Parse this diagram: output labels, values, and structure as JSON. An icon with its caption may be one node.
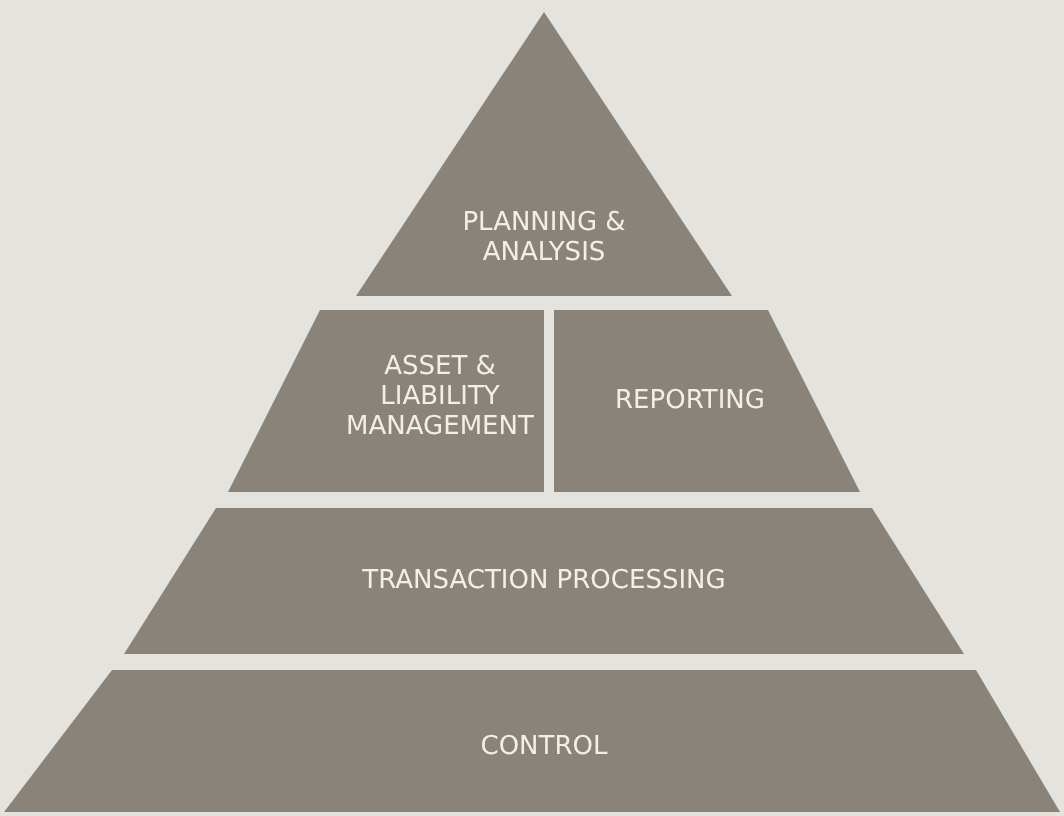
{
  "diagram": {
    "nodes": [
      {
        "text": [
          "PLANNING & ANALYSIS"
        ]
      },
      {
        "text": [
          "ASSET & LIABILITY MANAGEMENT"
        ]
      },
      {
        "text": [
          "REPORTING"
        ]
      },
      {
        "text": [
          "TRANSACTION PROCESSING"
        ]
      },
      {
        "text": [
          "CONTROL"
        ]
      }
    ]
  }
}
